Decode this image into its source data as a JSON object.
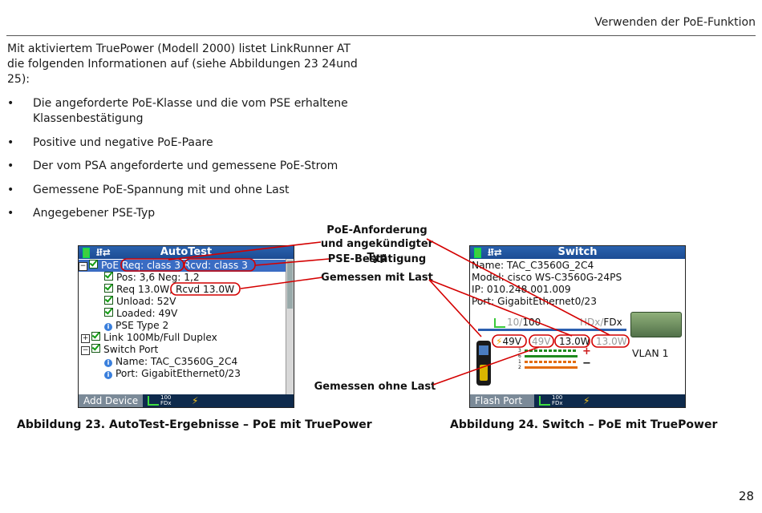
{
  "header": {
    "title": "Verwenden der PoE-Funktion"
  },
  "intro": "Mit aktiviertem TruePower (Modell 2000) listet LinkRunner AT die folgenden Informationen auf (siehe Abbildungen 23 24und 25):",
  "bullets": [
    "Die angeforderte PoE-Klasse und die vom PSE erhaltene Klassenbestätigung",
    "Positive und negative PoE-Paare",
    "Der vom PSA angeforderte und gemessene PoE-Strom",
    "Gemessene PoE-Spannung mit und ohne Last",
    "Angegebener PSE-Typ"
  ],
  "autotest": {
    "title": "AutoTest",
    "rows": [
      {
        "expand": "⊟",
        "check": true,
        "text": "PoE Req: class 3  Rcvd: class 3",
        "selected": true
      },
      {
        "check": true,
        "text": "Pos: 3,6 Neg: 1,2"
      },
      {
        "check": true,
        "text": "Req 13.0W, Rcvd 13.0W"
      },
      {
        "check": true,
        "text": "Unload: 52V"
      },
      {
        "check": true,
        "text": "Loaded: 49V"
      },
      {
        "info": true,
        "text": "PSE Type 2"
      },
      {
        "expand": "⊞",
        "check": true,
        "text": "Link 100Mb/Full Duplex"
      },
      {
        "expand": "⊟",
        "check": true,
        "text": "Switch Port"
      },
      {
        "info": true,
        "text": "Name: TAC_C3560G_2C4"
      },
      {
        "info": true,
        "text": "Port: GigabitEthernet0/23"
      }
    ],
    "button": "Add Device",
    "speed_top": "100",
    "speed_bottom": "FDx"
  },
  "switch": {
    "title": "Switch",
    "lines": [
      "Name: TAC_C3560G_2C4",
      "Model: cisco WS-C3560G-24PS",
      "IP: 010.248.001.009",
      "Port: GigabitEthernet0/23"
    ],
    "speeds": {
      "s10": "10",
      "sep": "/",
      "s100": "100",
      "hdx": "HDx",
      "sep2": "/",
      "fdx": "FDx"
    },
    "volt_loaded": "49V",
    "volt_unloaded": "49V",
    "power_measured": "13.0W",
    "power_requested": "13.0W",
    "pair_labels": [
      "3",
      "6",
      "1",
      "2"
    ],
    "plus": "+",
    "minus": "−",
    "vlan": "VLAN 1",
    "button": "Flash Port",
    "speed_top": "100",
    "speed_bottom": "FDx"
  },
  "callouts": {
    "poe_request": "PoE-Anforderung und angekündigter Typ",
    "pse_confirm": "PSE-Bestätigung",
    "measured_load": "Gemessen mit Last",
    "measured_noload": "Gemessen ohne Last"
  },
  "captions": {
    "fig23": "Abbildung 23. AutoTest-Ergebnisse – PoE mit TruePower",
    "fig24": "Abbildung 24. Switch – PoE mit TruePower"
  },
  "page_number": "28",
  "colors": {
    "title_blue": "#2a62ae",
    "selection_blue": "#3a6cc3",
    "callout_red": "#d40000",
    "status_navy": "#0e2a4c"
  }
}
